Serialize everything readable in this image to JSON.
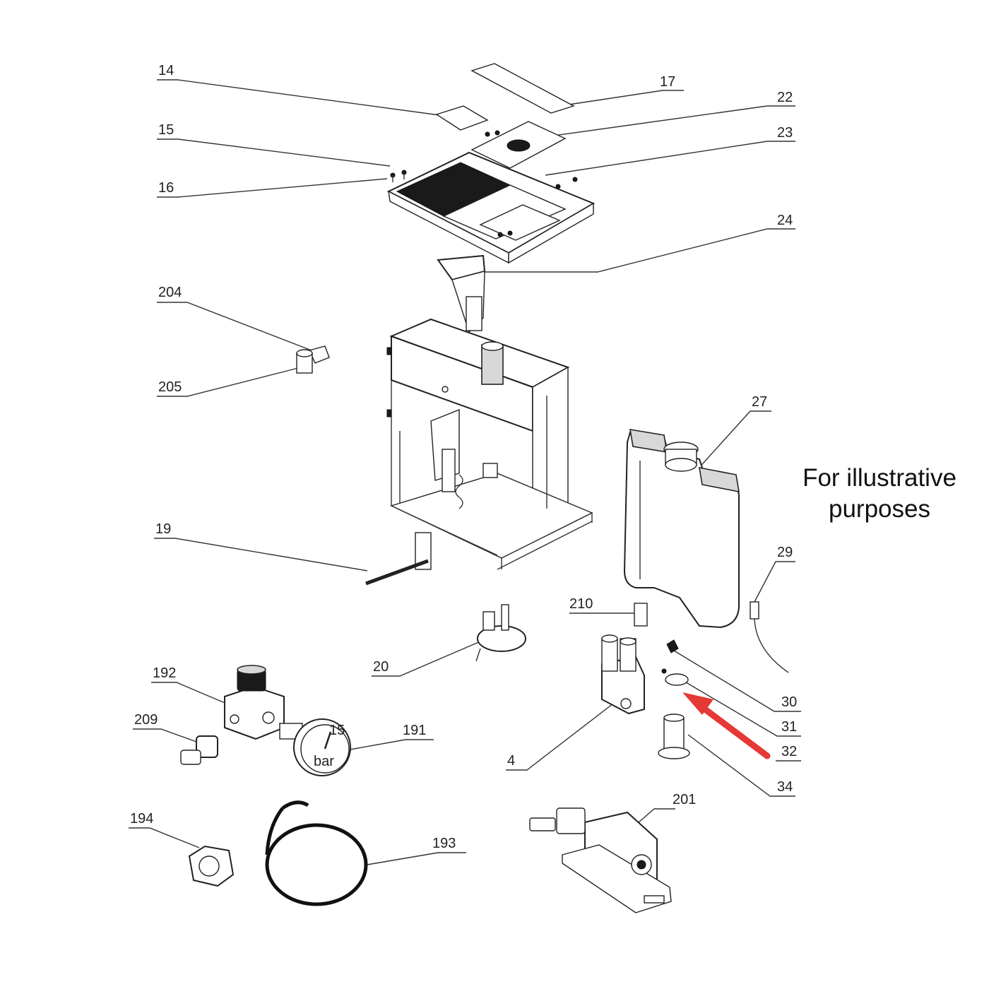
{
  "note": {
    "line1": "For illustrative",
    "line2": "purposes"
  },
  "labels": {
    "p14": "14",
    "p15": "15",
    "p16": "16",
    "p17": "17",
    "p22": "22",
    "p23": "23",
    "p24": "24",
    "p204": "204",
    "p205": "205",
    "p27": "27",
    "p19": "19",
    "p29": "29",
    "p210": "210",
    "p20": "20",
    "p30": "30",
    "p31": "31",
    "p32": "32",
    "p34": "34",
    "p4": "4",
    "p192": "192",
    "p209": "209",
    "p191": "191",
    "p201": "201",
    "p194": "194",
    "p193": "193"
  },
  "gauge": {
    "scale": "15",
    "unit": "bar"
  },
  "colors": {
    "line": "#333333",
    "arrow": "#e53935"
  }
}
